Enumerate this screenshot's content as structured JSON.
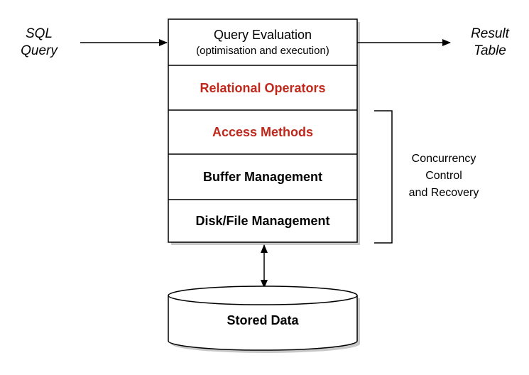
{
  "input": {
    "line1": "SQL",
    "line2": "Query"
  },
  "output": {
    "line1": "Result",
    "line2": "Table"
  },
  "layers": {
    "query_evaluation": {
      "title": "Query Evaluation",
      "subtitle": "(optimisation and execution)"
    },
    "relational_operators": "Relational Operators",
    "access_methods": "Access Methods",
    "buffer_management": "Buffer Management",
    "disk_file_management": "Disk/File Management"
  },
  "side_label": {
    "line1": "Concurrency",
    "line2": "Control",
    "line3": "and Recovery"
  },
  "storage": "Stored Data",
  "colors": {
    "highlight": "#c0281c",
    "stroke": "#000000",
    "shadow": "#c8c8c8"
  }
}
